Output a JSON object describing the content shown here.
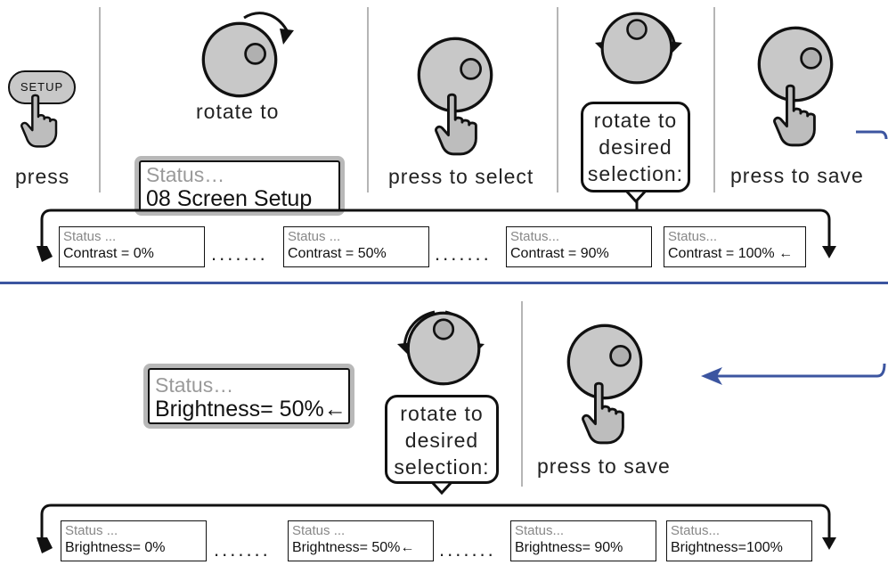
{
  "top": {
    "setup_button": "SETUP",
    "steps": {
      "press": "press",
      "rotate_to": "rotate to",
      "press_to_select": "press to select",
      "rotate_desired": [
        "rotate to",
        "desired",
        "selection:"
      ],
      "press_to_save": "press to save"
    },
    "menu_display": {
      "line1": "Status…",
      "line2": "08 Screen Setup"
    },
    "options": [
      {
        "line1": "Status ...",
        "line2": "Contrast =  0%"
      },
      {
        "line1": "Status ...",
        "line2": "Contrast =  50%"
      },
      {
        "line1": "Status...",
        "line2": "Contrast =  90%"
      },
      {
        "line1": "Status...",
        "line2": "Contrast = 100%"
      }
    ],
    "ellipsis": "......."
  },
  "bottom": {
    "display": {
      "line1": "Status…",
      "line2": "Brightness= 50%"
    },
    "rotate_desired": [
      "rotate to",
      "desired",
      "selection:"
    ],
    "press_to_save": "press to save",
    "options": [
      {
        "line1": "Status ...",
        "line2": "Brightness=  0%"
      },
      {
        "line1": "Status ...",
        "line2": "Brightness= 50%"
      },
      {
        "line1": "Status...",
        "line2": "Brightness=  90%"
      },
      {
        "line1": "Status...",
        "line2": "Brightness=100%"
      }
    ],
    "ellipsis": "......."
  },
  "colors": {
    "divider": "#b5b5b5",
    "flow_line": "#3c55a0",
    "knob": "#c8c8c8",
    "hand": "#bdbdbd"
  },
  "icons": [
    "knob-icon",
    "hand-press-icon",
    "rotate-arrows-icon",
    "back-arrow-icon"
  ]
}
